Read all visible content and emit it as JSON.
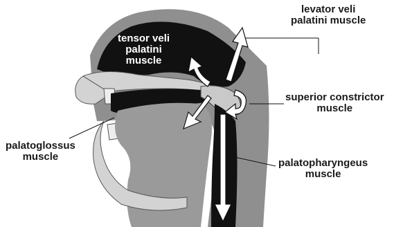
{
  "labels": {
    "tensor_veli_palatini": [
      "tensor veli",
      "palatini",
      "muscle"
    ],
    "levator_veli_palatini": [
      "levator veli",
      "palatini muscle"
    ],
    "superior_constrictor": [
      "superior constrictor",
      "muscle"
    ],
    "palatoglossus": [
      "palatoglossus",
      "muscle"
    ],
    "palatopharyngeus": [
      "palatopharyngeus",
      "muscle"
    ]
  },
  "colors": {
    "muscle": "#111111",
    "tissue": "#8f8f8f",
    "bone": "#d3d3d3",
    "arrow_fill": "#ffffff",
    "label_text": "#1a1a1a"
  }
}
